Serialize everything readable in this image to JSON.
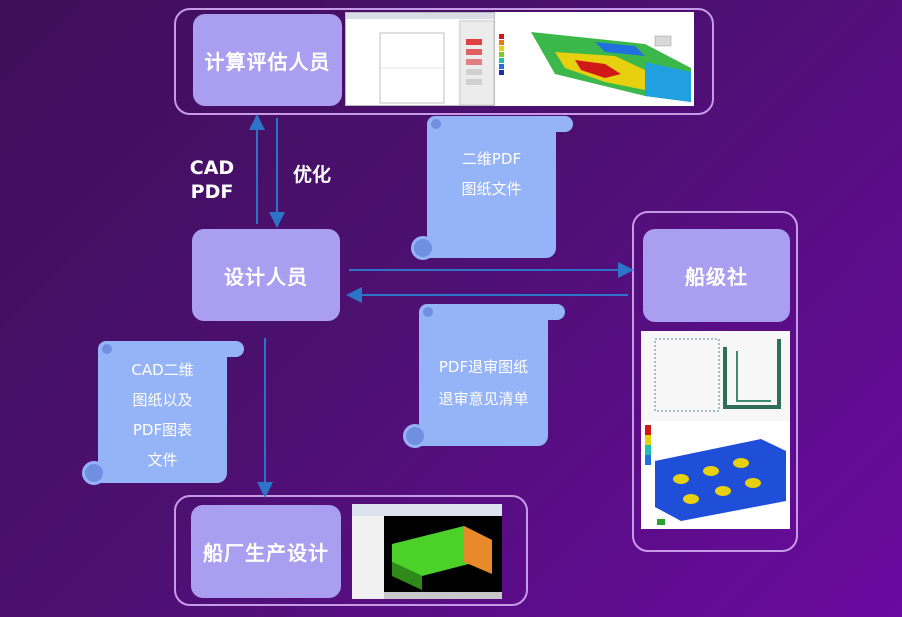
{
  "nodes": {
    "evaluator": "计算评估人员",
    "designer": "设计人员",
    "class_society": "船级社",
    "shipyard": "船厂生产设计"
  },
  "edge_labels": {
    "cad_pdf_line1": "CAD",
    "cad_pdf_line2": "PDF",
    "optimize": "优化"
  },
  "scrolls": {
    "pdf_2d": {
      "line1": "二维PDF",
      "line2": "图纸文件"
    },
    "review": {
      "line1": "PDF退审图纸",
      "line2": "退审意见清单"
    },
    "cad_package": {
      "line1": "CAD二维",
      "line2": "图纸以及",
      "line3": "PDF图表",
      "line4": "文件"
    }
  },
  "colors": {
    "node_fill": "#a99ef0",
    "scroll_fill": "#95b3f7",
    "frame_border": "#c79ae8",
    "arrow": "#2b74c8"
  }
}
